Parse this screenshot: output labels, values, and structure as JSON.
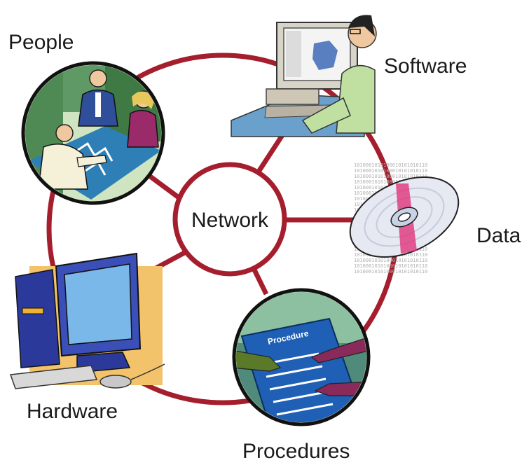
{
  "center": {
    "label": "Network"
  },
  "components": [
    {
      "key": "people",
      "label": "People",
      "icon": "people-meeting-icon"
    },
    {
      "key": "software",
      "label": "Software",
      "icon": "computer-user-icon"
    },
    {
      "key": "data",
      "label": "Data",
      "icon": "compact-disc-icon"
    },
    {
      "key": "procedures",
      "label": "Procedures",
      "icon": "procedure-document-icon",
      "doc_title": "Procedure"
    },
    {
      "key": "hardware",
      "label": "Hardware",
      "icon": "desktop-computer-icon"
    }
  ],
  "binary_text": "1010001010100010101010110",
  "colors": {
    "ring": "#a51e2d",
    "line": "#a51e2d",
    "text": "#1a1a1a"
  }
}
